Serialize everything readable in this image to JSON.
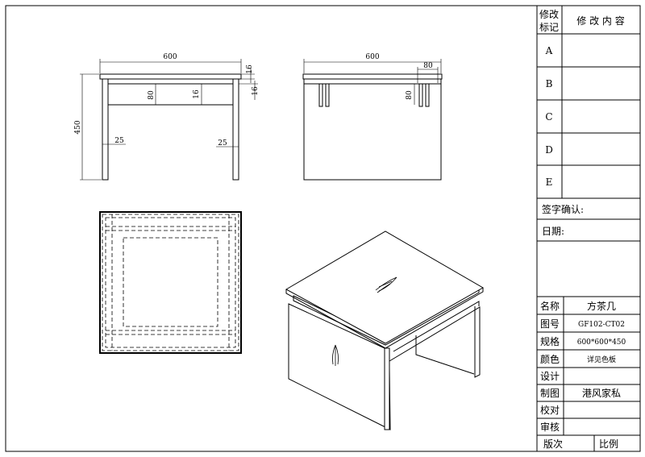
{
  "front_view": {
    "width_dim": "600",
    "top_thickness_dim": "16",
    "height_dim": "450",
    "apron_height_dim": "80",
    "apron_thickness_dim": "16",
    "side_thickness_dim": "16",
    "left_leg_dim": "25",
    "right_leg_dim": "25"
  },
  "side_view": {
    "width_dim": "600",
    "slot_width_dim": "80",
    "slot_depth_dim": "80"
  },
  "title_block": {
    "rev_header_mark": "修改\n标记",
    "rev_header_content": "修 改 内 容",
    "revisions": [
      "A",
      "B",
      "C",
      "D",
      "E"
    ],
    "sign_label": "签字确认:",
    "date_label": "日期:",
    "rows": [
      {
        "label": "名称",
        "value": "方茶几"
      },
      {
        "label": "图号",
        "value": "GF102-CT02"
      },
      {
        "label": "规格",
        "value": "600*600*450"
      },
      {
        "label": "颜色",
        "value": "详见色板"
      },
      {
        "label": "设计",
        "value": ""
      },
      {
        "label": "制图",
        "value": "港风家私"
      },
      {
        "label": "校对",
        "value": ""
      },
      {
        "label": "审核",
        "value": ""
      }
    ],
    "version_label": "版次",
    "scale_label": "比例"
  }
}
